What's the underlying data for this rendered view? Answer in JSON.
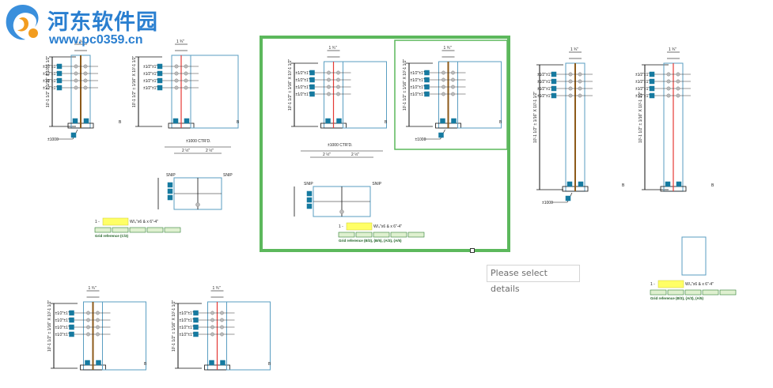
{
  "watermark": {
    "title": "河东软件园",
    "url": "www.pc0359.cn"
  },
  "tooltip": {
    "text": "Please select details"
  },
  "labels": {
    "ctrd": "±1000 CTR'D.",
    "ref": "±1000",
    "grid_ref_a": "Grid reference (C/3)",
    "grid_ref_b": "Grid reference (B/3), (B/5), (A/3), (A/5)",
    "grid_ref_c": "Grid reference (B/3), (A/3), (A/5)",
    "dims": "10'-1 1/2\" ± 1/16\" X 10'-1 1/2\""
  },
  "colors": {
    "selection": "#5cb85c",
    "highlight": "#ffff66",
    "member": "#5a9ec2",
    "web_red": "#e53935",
    "web_brown": "#8d5a1a",
    "bolt": "#167aa0"
  }
}
